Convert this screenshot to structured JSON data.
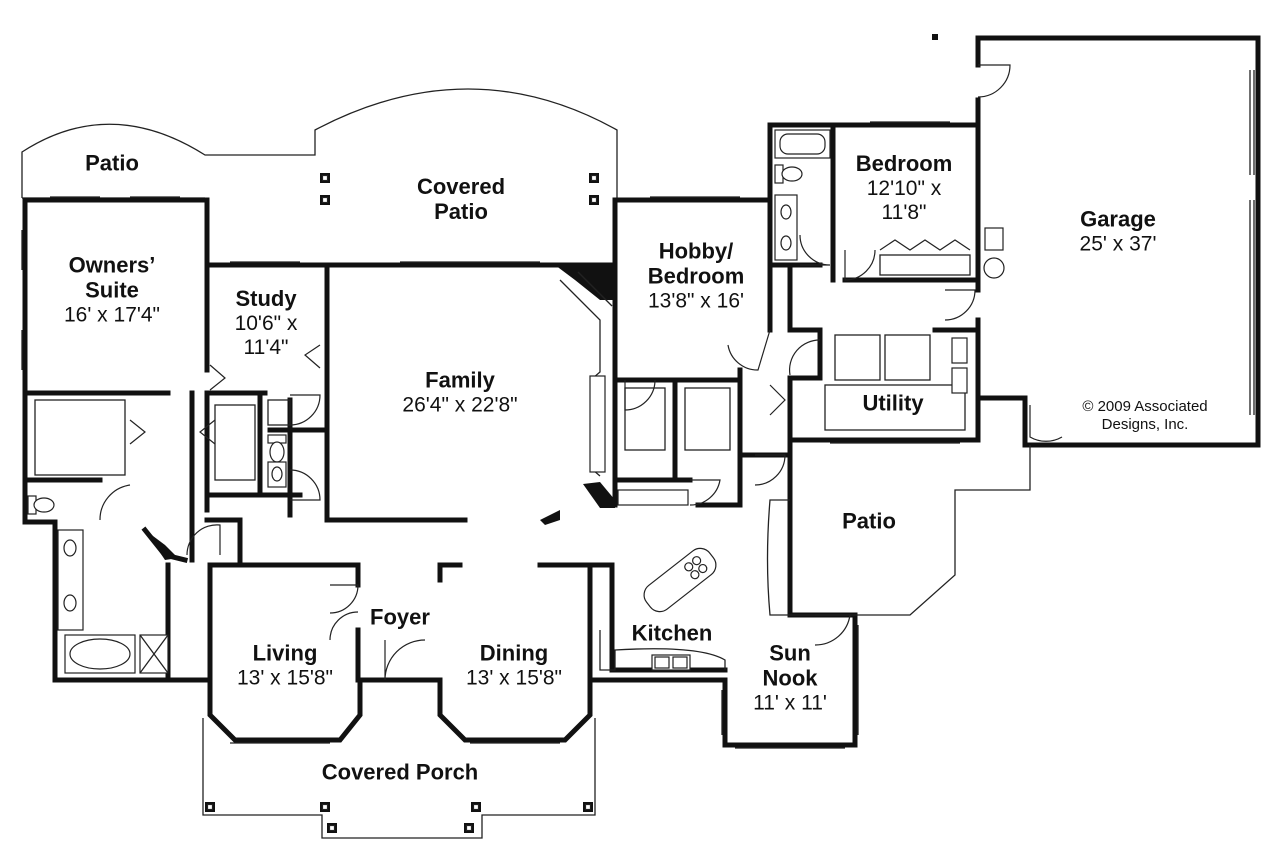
{
  "rooms": {
    "patio_left": {
      "name": "Patio"
    },
    "covered_patio": {
      "name_l1": "Covered",
      "name_l2": "Patio"
    },
    "owners_suite": {
      "name_l1": "Owners’",
      "name_l2": "Suite",
      "dims": "16' x 17'4\""
    },
    "study": {
      "name": "Study",
      "dims_l1": "10'6\" x",
      "dims_l2": "11'4\""
    },
    "family": {
      "name": "Family",
      "dims": "26'4\" x 22'8\""
    },
    "hobby_bedroom": {
      "name_l1": "Hobby/",
      "name_l2": "Bedroom",
      "dims": "13'8\" x 16'"
    },
    "bedroom": {
      "name": "Bedroom",
      "dims_l1": "12'10\" x",
      "dims_l2": "11'8\""
    },
    "garage": {
      "name": "Garage",
      "dims": "25' x 37'"
    },
    "utility": {
      "name": "Utility"
    },
    "patio_right": {
      "name": "Patio"
    },
    "foyer": {
      "name": "Foyer"
    },
    "kitchen": {
      "name": "Kitchen"
    },
    "living": {
      "name": "Living",
      "dims": "13' x 15'8\""
    },
    "dining": {
      "name": "Dining",
      "dims": "13' x 15'8\""
    },
    "sun_nook": {
      "name_l1": "Sun",
      "name_l2": "Nook",
      "dims": "11' x 11'"
    },
    "covered_porch": {
      "name": "Covered Porch"
    }
  },
  "copyright": {
    "line1": "© 2009 Associated",
    "line2": "Designs, Inc."
  }
}
